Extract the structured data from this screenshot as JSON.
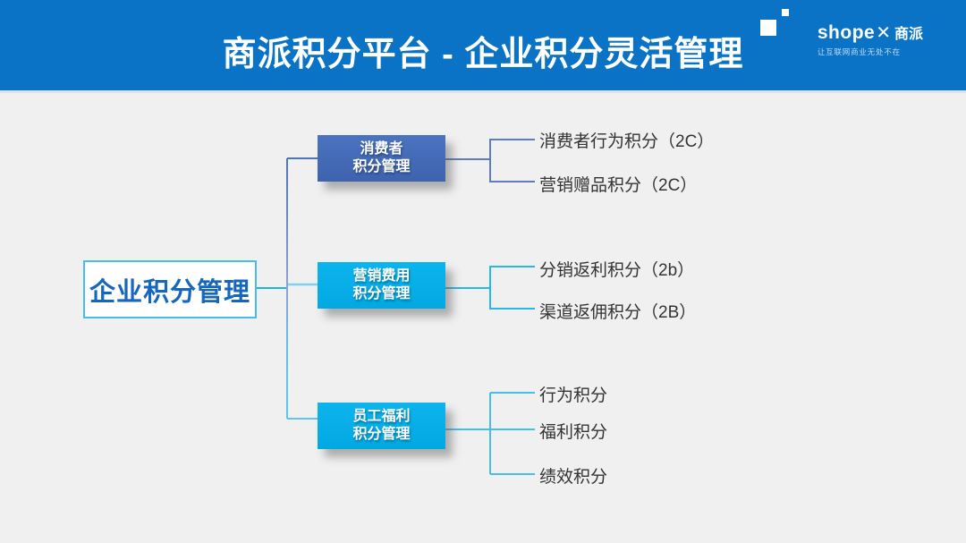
{
  "header": {
    "title": "商派积分平台 - 企业积分灵活管理",
    "logo": {
      "en": "shope",
      "x": "✕",
      "cn": "商派",
      "tagline": "让互联网商业无处不在"
    }
  },
  "colors": {
    "header_bg": "#0A73C5",
    "body_bg": "#F0F0F1",
    "root_border": "#45BCE9",
    "root_text": "#1566BE",
    "branch1_bg": "#4068B4",
    "branch23_bg": "#06AEE9",
    "leaf_text": "#333333",
    "line_group1": "#5E7CC2",
    "line_group2": "#29B6EA",
    "line_group3": "#45BEEB",
    "line_left_stub": "#1FB0E6",
    "line_left_top": "#4E74BC",
    "line_left_mid": "#7ED2F0",
    "line_left_bottom": "#5CC6EE"
  },
  "tree": {
    "root": "企业积分管理",
    "branches": [
      {
        "line1": "消费者",
        "line2": "积分管理",
        "children": [
          "消费者行为积分（2C）",
          "营销赠品积分（2C）"
        ]
      },
      {
        "line1": "营销费用",
        "line2": "积分管理",
        "children": [
          "分销返利积分（2b）",
          "渠道返佣积分（2B）"
        ]
      },
      {
        "line1": "员工福利",
        "line2": "积分管理",
        "children": [
          "行为积分",
          "福利积分",
          "绩效积分"
        ]
      }
    ]
  }
}
